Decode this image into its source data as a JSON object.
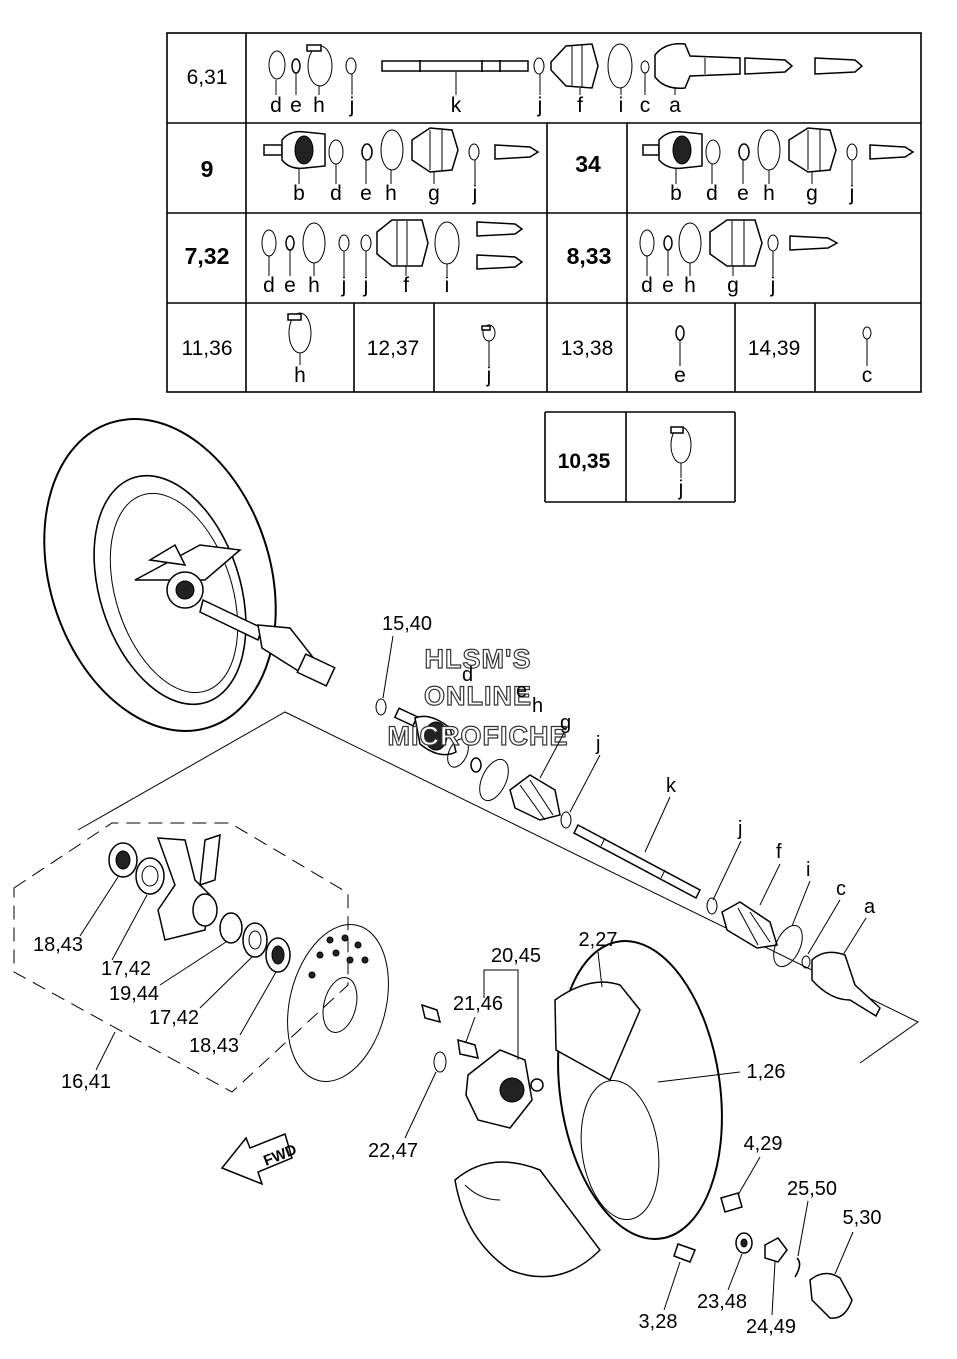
{
  "table": {
    "row1": {
      "ref": "6,31",
      "letters": [
        "d",
        "e",
        "h",
        "j",
        "k",
        "j",
        "f",
        "i",
        "c",
        "a"
      ]
    },
    "row2_left": {
      "ref": "9",
      "letters": [
        "b",
        "d",
        "e",
        "h",
        "g",
        "j"
      ]
    },
    "row2_right": {
      "ref": "34",
      "letters": [
        "b",
        "d",
        "e",
        "h",
        "g",
        "j"
      ]
    },
    "row3_left": {
      "ref": "7,32",
      "letters": [
        "d",
        "e",
        "h",
        "j",
        "j",
        "f",
        "i"
      ]
    },
    "row3_right": {
      "ref": "8,33",
      "letters": [
        "d",
        "e",
        "h",
        "g",
        "j"
      ]
    },
    "row4": [
      {
        "ref": "11,36",
        "letter": "h"
      },
      {
        "ref": "12,37",
        "letter": "j"
      },
      {
        "ref": "13,38",
        "letter": "e"
      },
      {
        "ref": "14,39",
        "letter": "c"
      }
    ],
    "extra": {
      "ref": "10,35",
      "letter": "j"
    }
  },
  "callouts": {
    "c15_40": "15,40",
    "d": "d",
    "e": "e",
    "h": "h",
    "g": "g",
    "j1": "j",
    "k": "k",
    "j2": "j",
    "f": "f",
    "i": "i",
    "c": "c",
    "a": "a",
    "c18_43a": "18,43",
    "c17_42a": "17,42",
    "c19_44": "19,44",
    "c17_42b": "17,42",
    "c18_43b": "18,43",
    "c16_41": "16,41",
    "c20_45": "20,45",
    "c2_27": "2,27",
    "c21_46": "21,46",
    "c1_26": "1,26",
    "c22_47": "22,47",
    "c4_29": "4,29",
    "c25_50": "25,50",
    "c5_30": "5,30",
    "c23_48": "23,48",
    "c24_49": "24,49",
    "c3_28": "3,28"
  },
  "watermark": [
    "HLSM'S",
    "ONLINE",
    "MICROFICHE"
  ],
  "fwd_label": "FWD"
}
